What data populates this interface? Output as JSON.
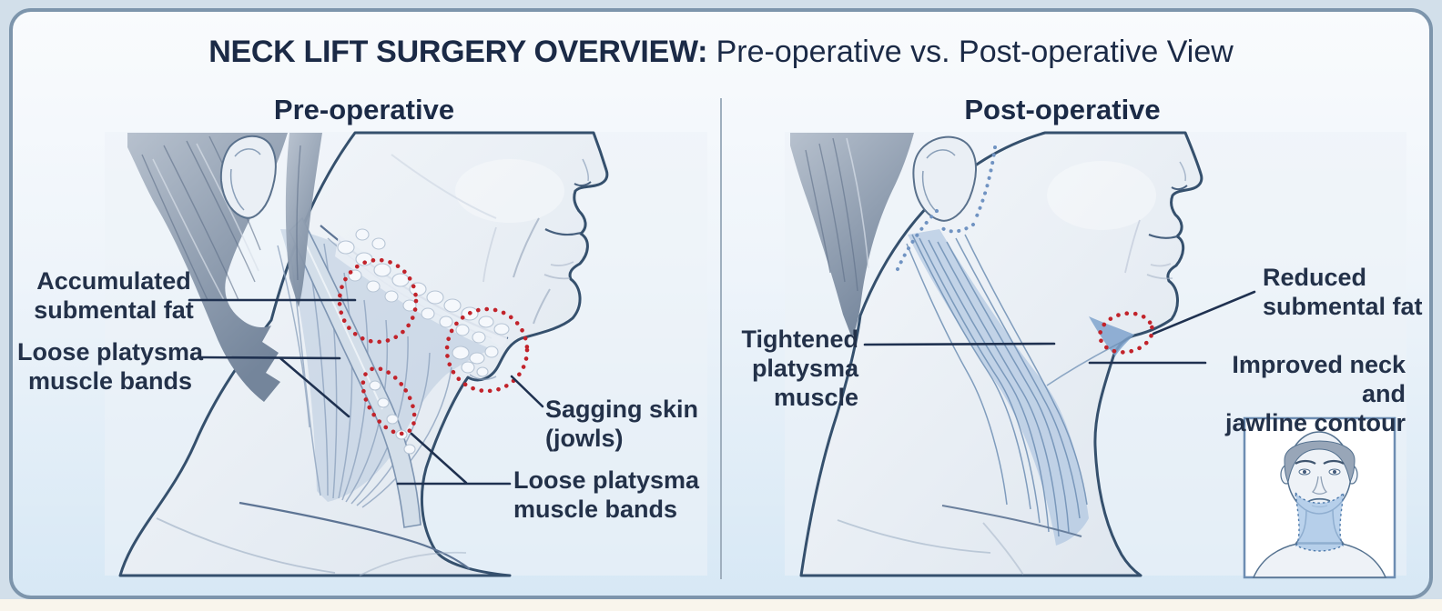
{
  "title": {
    "emphasis": "NECK LIFT SURGERY OVERVIEW:",
    "rest": " Pre-operative vs. Post-operative View"
  },
  "panels": {
    "pre": {
      "header": "Pre-operative",
      "labels": {
        "accumulated_fat": {
          "lines": [
            "Accumulated",
            "submental fat"
          ]
        },
        "loose_platysma_left": {
          "lines": [
            "Loose platysma",
            "muscle bands"
          ]
        },
        "sagging_skin": {
          "lines": [
            "Sagging skin",
            "(jowls)"
          ]
        },
        "loose_platysma_right": {
          "lines": [
            "Loose platysma",
            "muscle bands"
          ]
        }
      }
    },
    "post": {
      "header": "Post-operative",
      "labels": {
        "tightened_platysma": {
          "lines": [
            "Tightened",
            "platysma",
            "muscle"
          ]
        },
        "reduced_fat": {
          "lines": [
            "Reduced",
            "submental fat"
          ]
        },
        "improved_contour": {
          "lines": [
            "Improved neck and",
            "jawline contour"
          ]
        }
      }
    }
  },
  "colors": {
    "annotation_red": "#c2232b",
    "incision_blue": "#7093c2",
    "heading_navy": "#1b2a46",
    "label_text": "#233149",
    "leader_line": "#1f3150",
    "card_border": "#7d95ac",
    "card_background_top": "#f9fbfd",
    "card_background_bottom": "#d7e8f5",
    "treatment_highlight_blue": "#a3c3e6"
  }
}
